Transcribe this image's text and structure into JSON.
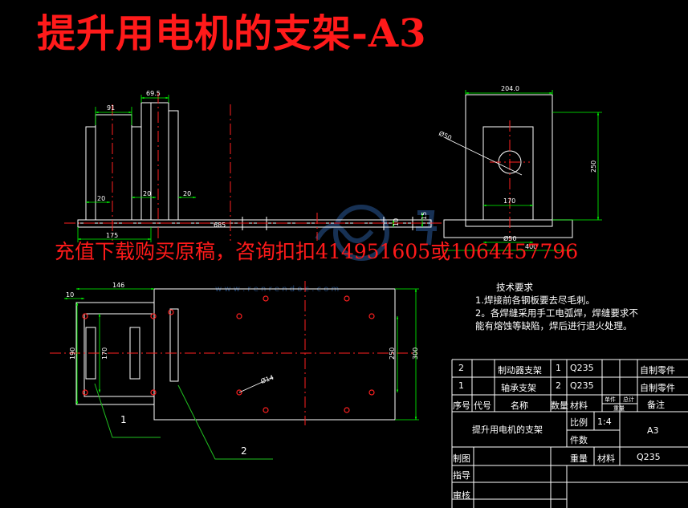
{
  "title": "提升用电机的支架-A3",
  "watermark": {
    "text": "充值下载购买原稿，咨询扣扣414951605或1064457796",
    "url": "w w w . r e n r e n d o c . c o m"
  },
  "colors": {
    "title_red": "#ff1a1a",
    "line_white": "#ffffff",
    "centerline_red": "#ff2020",
    "dim_green": "#00ff00",
    "leader_green": "#20c020",
    "watermark_blue": "#2a5a9a"
  },
  "dimensions": {
    "front_top_left": "91",
    "front_top_right": "69.5",
    "front_bottom_1": "20",
    "front_bottom_2": "20",
    "front_bottom_3": "20",
    "front_base_width": "175",
    "front_base_height": "15",
    "front_side_1": "10",
    "front_side_2": "15",
    "side_top": "204.0",
    "side_height": "250",
    "side_hole": "Ø50",
    "side_bottom_1": "170",
    "side_bottom_2": "Ø50",
    "side_bottom_3": "400",
    "plan_top_1": "146",
    "plan_left_1": "10",
    "plan_left_2": "190",
    "plan_left_3": "170",
    "plan_right_1": "250",
    "plan_right_2": "300",
    "plan_hole": "Ø14",
    "front_center": "685"
  },
  "balloons": {
    "b1": "1",
    "b2": "2"
  },
  "tech_requirements": {
    "heading": "技术要求",
    "line1": "1.焊接前各钢板要去尽毛刺。",
    "line2": "2。各焊缝采用手工电弧焊，焊缝要求不",
    "line3": "能有熔蚀等缺陷，焊后进行退火处理。"
  },
  "parts_list": {
    "rows": [
      {
        "no": "2",
        "code": "",
        "name": "制动器支架",
        "qty": "1",
        "material": "Q235",
        "note": "自制零件"
      },
      {
        "no": "1",
        "code": "",
        "name": "轴承支架",
        "qty": "2",
        "material": "Q235",
        "note": "自制零件"
      }
    ],
    "header": {
      "no": "序号",
      "code": "代号",
      "name": "名称",
      "qty": "数量",
      "material": "材料",
      "unit_weight": "单件",
      "total_weight": "总计",
      "weight": "重量",
      "note": "备注"
    }
  },
  "title_block": {
    "drawing_name": "提升用电机的支架",
    "scale_label": "比例",
    "scale_value": "1:4",
    "count_label": "件数",
    "sheet_size": "A3",
    "weight_label": "重量",
    "material_label": "材料",
    "material_value": "Q235",
    "drawn_label": "制图",
    "designer_label": "指导",
    "review_label": "审核"
  }
}
